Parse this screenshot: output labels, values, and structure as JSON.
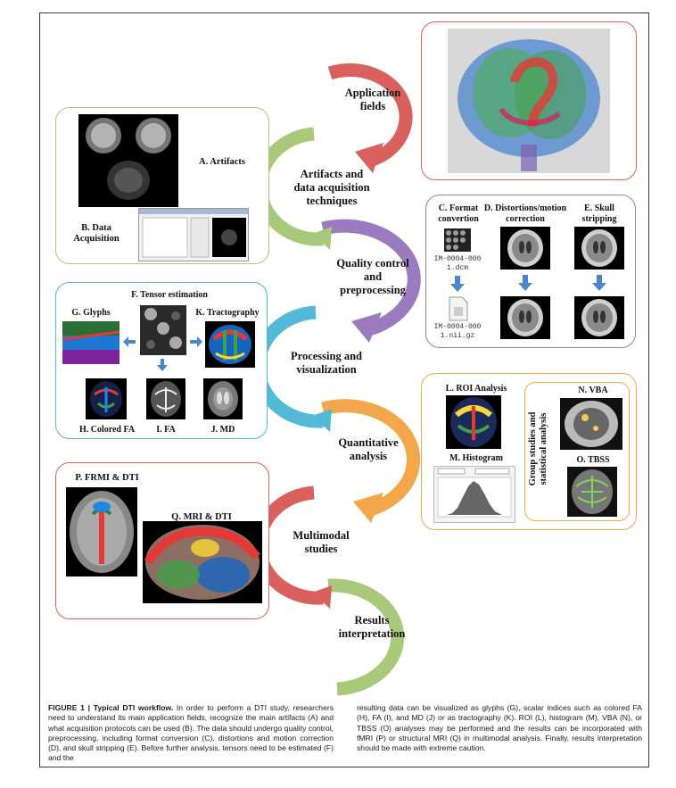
{
  "steps": {
    "application": "Application\nfields",
    "artifacts": "Artifacts and\ndata acquisition\ntechniques",
    "quality": "Quality control\nand\npreprocessing",
    "processing": "Processing and\nvisualization",
    "quantitative": "Quantitative\nanalysis",
    "multimodal": "Multimodal\nstudies",
    "results": "Results\ninterpretation"
  },
  "labels": {
    "artifacts": "A. Artifacts",
    "acquisition": "B. Data\nAcquisition",
    "format": "C. Format\nconvertion",
    "distortions": "D. Distortions/motion\ncorrection",
    "skull": "E. Skull\nstripping",
    "tensor": "F. Tensor estimation",
    "glyphs": "G. Glyphs",
    "tractography": "K. Tractography",
    "colored_fa": "H. Colored FA",
    "fa": "I. FA",
    "md": "J. MD",
    "roi": "L. ROI Analysis",
    "histogram": "M. Histogram",
    "vba": "N. VBA",
    "tbss": "O. TBSS",
    "group": "Group studies and\nstatistical analysis",
    "fmri": "P. FRMI & DTI",
    "mri": "Q. MRI & DTI"
  },
  "files": {
    "dcm": "IM-0004-000\n1.dcm",
    "nii": "IM-0004-000\n1.nii.gz"
  },
  "caption": {
    "title": "FIGURE 1 | Typical DTI workflow.",
    "left": " In order to perform a DTI study, researchers need to understand its main application fields, recognize the main artifacts (A) and what acquisition protocols can be used (B). The data should undergo quality control, preprocessing, including format conversion (C), distortions and motion correction (D), and skull stripping (E). Before further analysis, tensors need to be estimated (F) and the",
    "right": "resulting data can be visualized as glyphs (G), scalar indices such as colored FA (H), FA (I), and MD (J) or as tractography (K). ROI (L), histogram (M), VBA (N), or TBSS (O) analyses may be performed and the results can be incorporated with fMRI (P) or structural MRI (Q) in multimodal analysis. Finally, results interpretation should be made with extreme caution."
  },
  "colors": {
    "application": "#d9605c",
    "artifacts": "#a9c97a",
    "quality": "#9a7bc0",
    "processing": "#52b9d6",
    "quantitative": "#f3a74a",
    "multimodal": "#d9605c",
    "results": "#a9c97a"
  }
}
